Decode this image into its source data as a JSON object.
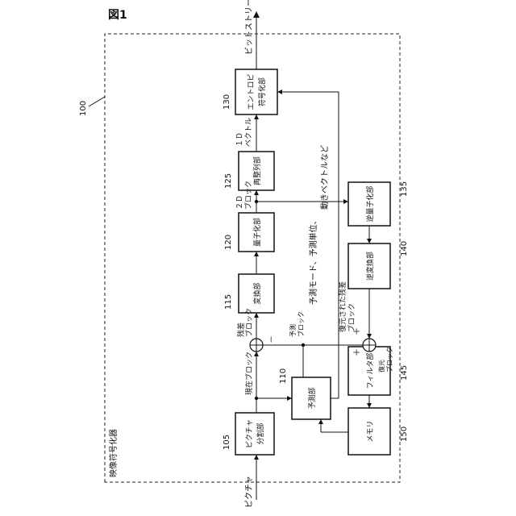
{
  "figure_label": "図1",
  "encoder": {
    "ref": "100",
    "title": "映像符号化器"
  },
  "io": {
    "input": "ピクチャ",
    "output": "ビットストリーム"
  },
  "blocks": [
    {
      "id": "picture-split",
      "ref": "105",
      "lines": [
        "ピクチャ",
        "分割部"
      ]
    },
    {
      "id": "predictor",
      "ref": "110",
      "lines": [
        "予測部"
      ]
    },
    {
      "id": "transform",
      "ref": "115",
      "lines": [
        "変換部"
      ]
    },
    {
      "id": "quantizer",
      "ref": "120",
      "lines": [
        "量子化部"
      ]
    },
    {
      "id": "rearrange",
      "ref": "125",
      "lines": [
        "再整列部"
      ]
    },
    {
      "id": "entropy",
      "ref": "130",
      "lines": [
        "エントロピ",
        "符号化部"
      ]
    },
    {
      "id": "dequantizer",
      "ref": "135",
      "lines": [
        "逆量子化部"
      ]
    },
    {
      "id": "inverse-transform",
      "ref": "140",
      "lines": [
        "逆変換部"
      ]
    },
    {
      "id": "filter",
      "ref": "145",
      "lines": [
        "フィルタ部"
      ]
    },
    {
      "id": "memory",
      "ref": "150",
      "lines": [
        "メモリ"
      ]
    }
  ],
  "signals": {
    "current_block": "現在ブロック",
    "residual_block": [
      "残差",
      "ブロック"
    ],
    "prediction_block": [
      "予測",
      "ブロック"
    ],
    "block_2d": [
      "２Ｄ",
      "ブロック"
    ],
    "vector_1d": [
      "１Ｄ",
      "ベクトル"
    ],
    "side_info": [
      "予測モード、予測単位、",
      "動きベクトルなど"
    ],
    "restored_residual": [
      "復元された残差",
      "ブロック"
    ],
    "restored_block": [
      "復元",
      "ブロック"
    ]
  },
  "operators": {
    "minus": "－",
    "plus": "＋"
  }
}
